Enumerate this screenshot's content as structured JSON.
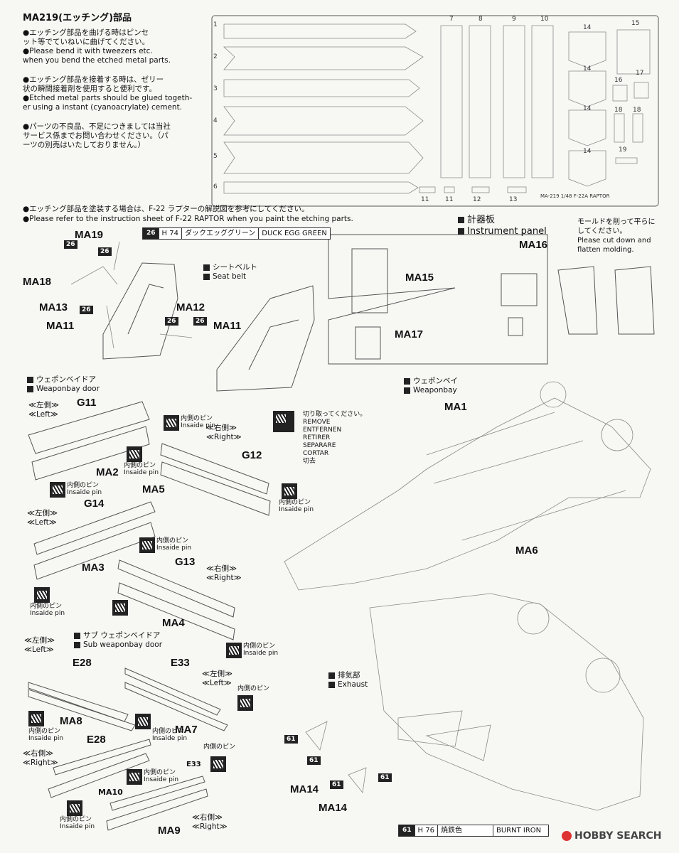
{
  "header": {
    "title": "MA219(エッチング)部品",
    "notes": [
      "●エッチング部品を曲げる時はピンセ",
      "ット等でていねいに曲げてください。",
      "●Please bend it with tweezers etc.",
      "when you bend the etched metal parts.",
      "●エッチング部品を接着する時は、ゼリー",
      "状の瞬間接着剤を使用すると便利です。",
      "●Etched metal parts should be glued togeth-",
      "er using a instant (cyanoacrylate) cement.",
      "●パーツの不良品、不足につきましては当社",
      "サービス係までお問い合わせください。（パ",
      "ーツの別売はいたしておりません。）"
    ],
    "paint_note_jp": "●エッチング部品を塗装する場合は、F-22 ラプターの解説図を参考にしてください。",
    "paint_note_en": "●Please refer to the instruction sheet of F-22 RAPTOR when you paint the etching parts."
  },
  "fret": {
    "rows": [
      "1",
      "2",
      "3",
      "4",
      "5",
      "6"
    ],
    "cols": [
      "7",
      "8",
      "9",
      "10"
    ],
    "right_labels": [
      "14",
      "14",
      "14",
      "14",
      "15",
      "16",
      "17",
      "18",
      "18",
      "19"
    ],
    "bottom_labels": [
      "11",
      "11",
      "12",
      "13"
    ],
    "caption": "MA-219 1/48 F-22A RAPTOR"
  },
  "seat": {
    "color_code": "26",
    "color_h": "H 74",
    "color_jp": "ダックエッググリーン",
    "color_en": "DUCK EGG GREEN",
    "belt_jp": "シートベルト",
    "belt_en": "Seat belt",
    "parts": [
      "MA19",
      "MA18",
      "MA13",
      "MA11",
      "MA12",
      "MA11"
    ],
    "badges": [
      "26",
      "26",
      "26",
      "26",
      "26"
    ]
  },
  "panel": {
    "title_jp": "計器板",
    "title_en": "Instrument panel",
    "parts": [
      "MA16",
      "MA15",
      "MA17"
    ],
    "mold_note": [
      "モールドを削って平らに",
      "してください。",
      "Please cut down and",
      "flatten molding."
    ]
  },
  "wbdoor": {
    "title_jp": "ウェポンベイドア",
    "title_en": "Weaponbay door",
    "left_jp": "≪左側≫",
    "left_en": "≪Left≫",
    "right_jp": "≪右側≫",
    "right_en": "≪Right≫",
    "parts": [
      "G11",
      "MA2",
      "MA5",
      "G12",
      "G14",
      "MA3",
      "G13",
      "MA4"
    ],
    "pin_jp": "内側のピン",
    "pin_en": "Insaide pin"
  },
  "remove": [
    "切り取ってください。",
    "REMOVE",
    "ENTFERNEN",
    "RETIRER",
    "SEPARARE",
    "CORTAR",
    "切去"
  ],
  "weaponbay": {
    "title_jp": "ウェポンベイ",
    "title_en": "Weaponbay",
    "parts": [
      "MA1",
      "MA6"
    ]
  },
  "sub": {
    "title_jp": "サブ ウェポンベイドア",
    "title_en": "Sub weaponbay door",
    "parts": [
      "E28",
      "E33",
      "MA8",
      "MA7",
      "E28",
      "MA10",
      "E33",
      "MA9"
    ]
  },
  "exhaust": {
    "title_jp": "排気部",
    "title_en": "Exhaust",
    "parts": [
      "MA14",
      "MA14"
    ],
    "badges": [
      "61",
      "61",
      "61",
      "61"
    ],
    "color_code": "61",
    "color_h": "H 76",
    "color_jp": "焼鉄色",
    "color_en": "BURNT IRON"
  },
  "watermark": "HOBBY SEARCH"
}
